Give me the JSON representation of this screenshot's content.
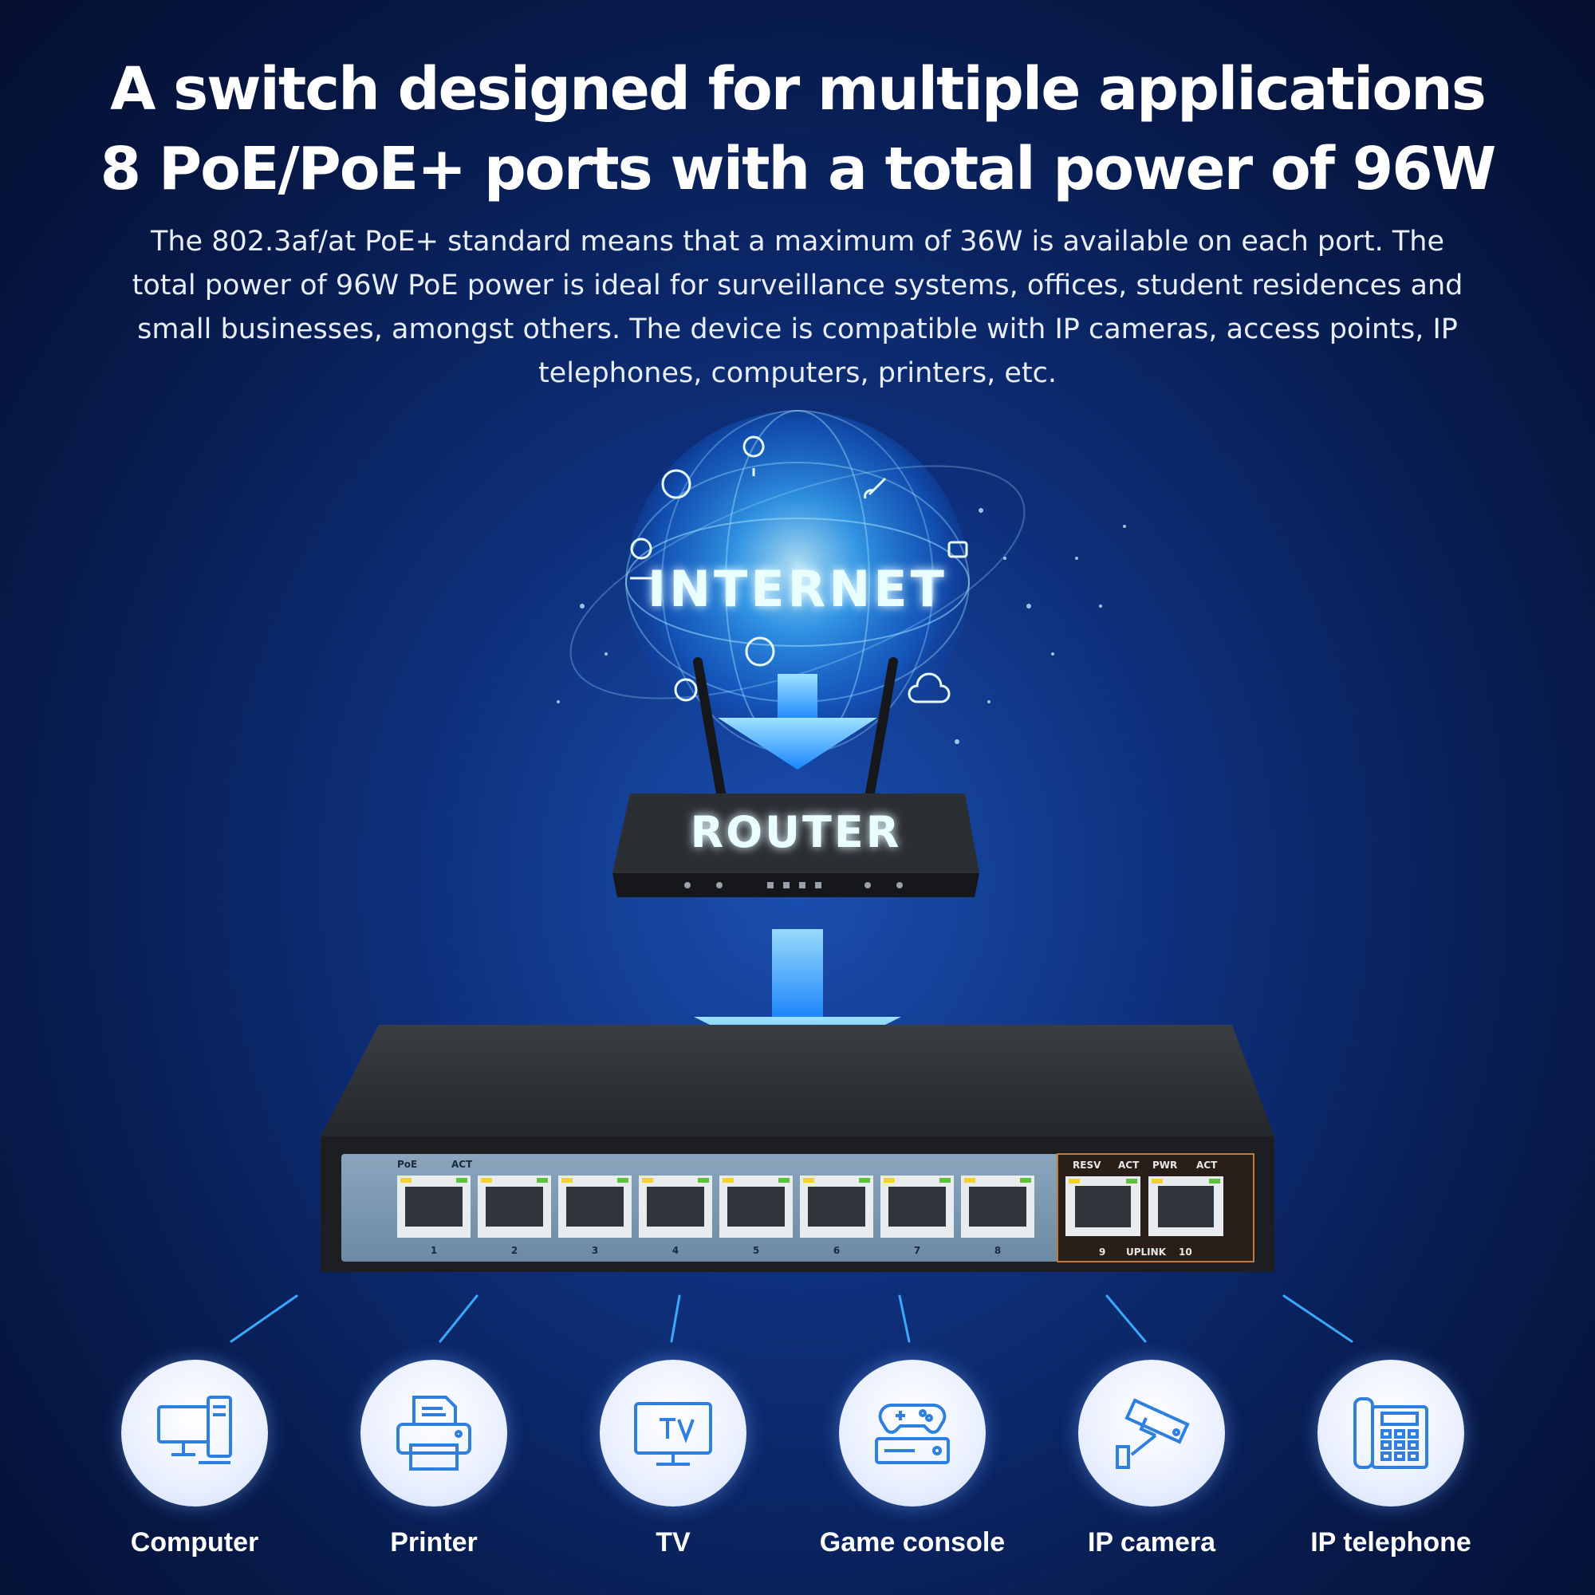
{
  "headline": {
    "line1": "A switch designed for multiple applications",
    "line2": "8 PoE/PoE+ ports with a total power of 96W"
  },
  "description": "The 802.3af/at PoE+ standard means that a maximum of 36W is available on each port. The total power of 96W PoE power is ideal for surveillance systems, offices, student residences and small businesses, amongst others. The device is compatible with IP cameras, access points, IP telephones, computers, printers, etc.",
  "diagram": {
    "internet_label": "INTERNET",
    "router_label": "ROUTER",
    "switch": {
      "poe_label": "PoE",
      "act_label": "ACT",
      "ports": [
        "1",
        "2",
        "3",
        "4",
        "5",
        "6",
        "7",
        "8"
      ],
      "uplink": {
        "resv_label": "RESV",
        "act_label": "ACT",
        "pwr_label": "PWR",
        "act2_label": "ACT",
        "port9": "9",
        "port10": "10",
        "uplink_label": "UPLINK"
      }
    }
  },
  "devices": [
    {
      "label": "Computer",
      "icon": "computer-icon"
    },
    {
      "label": "Printer",
      "icon": "printer-icon"
    },
    {
      "label": "TV",
      "icon": "tv-icon"
    },
    {
      "label": "Game console",
      "icon": "game-console-icon"
    },
    {
      "label": "IP camera",
      "icon": "ip-camera-icon"
    },
    {
      "label": "IP telephone",
      "icon": "ip-telephone-icon"
    }
  ],
  "colors": {
    "accent_blue": "#3aa8ff",
    "icon_blue": "#2f7fe0",
    "background": "#0e2f7a"
  }
}
